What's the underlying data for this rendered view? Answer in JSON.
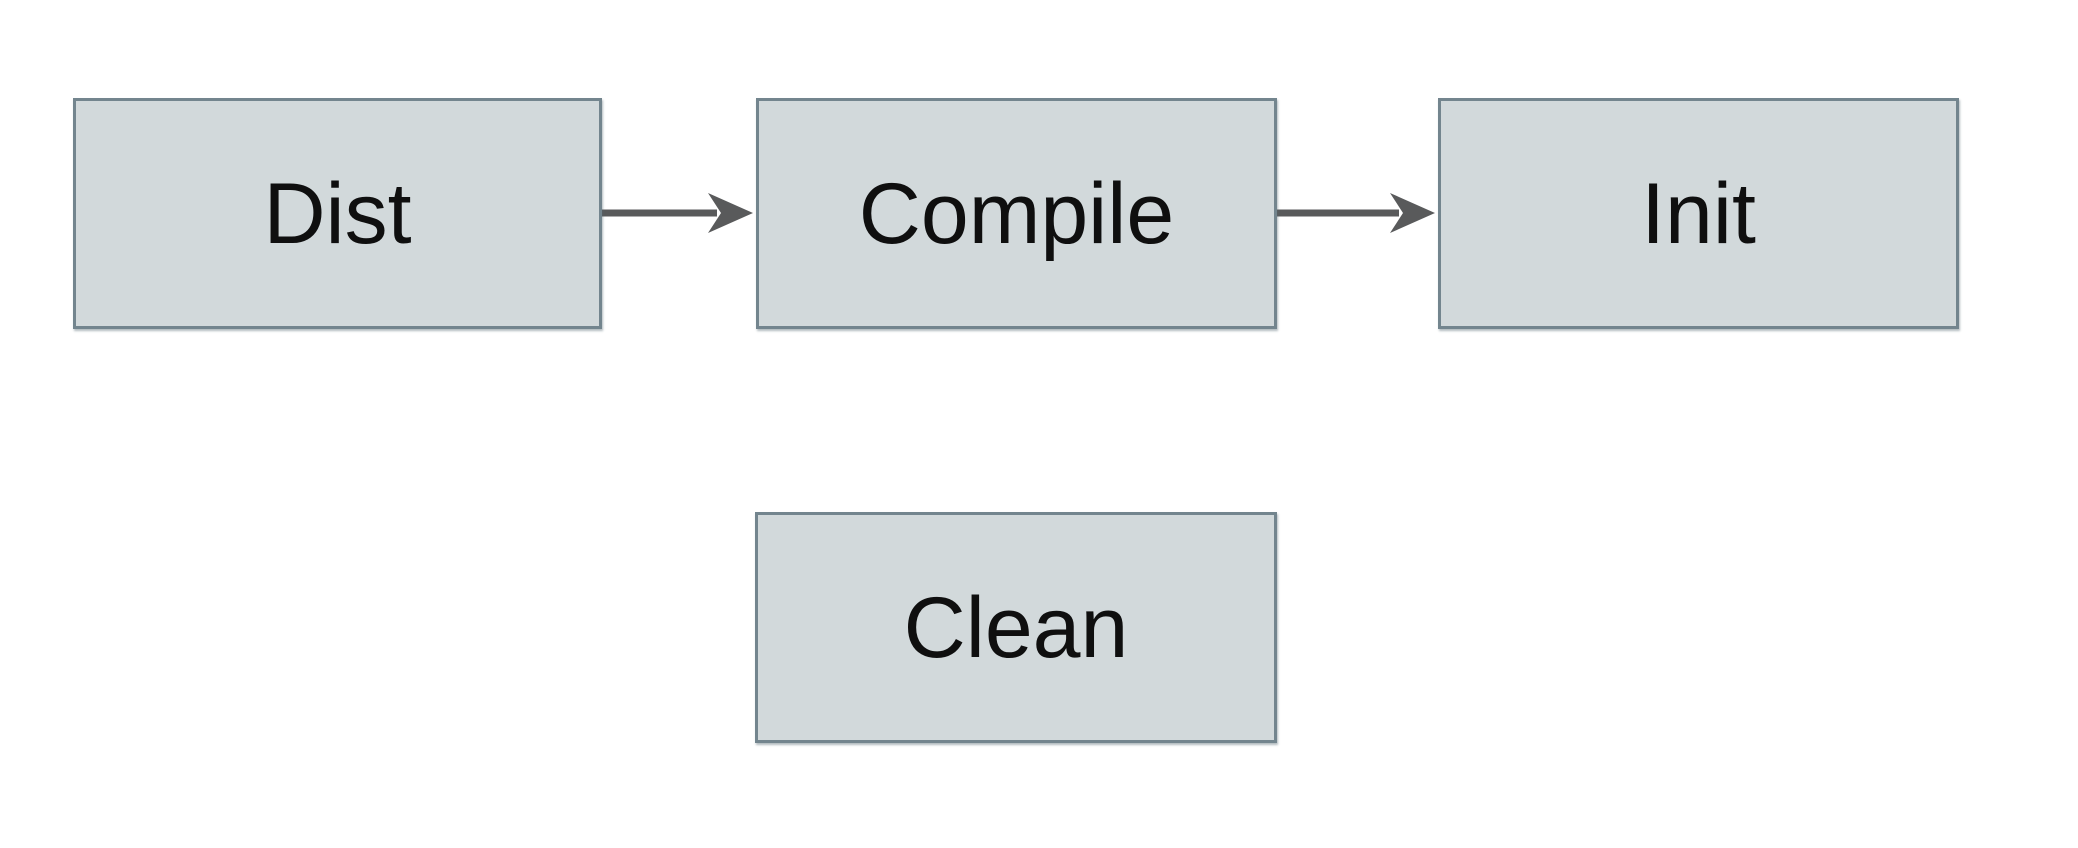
{
  "theme": {
    "background": "#ffffff",
    "node-fill": "#d2d9db",
    "node-border": "#73858e",
    "arrow-color": "#595a5b",
    "text-color": "#0f0f0f"
  },
  "diagram": {
    "type": "flowchart",
    "nodes": [
      {
        "id": "dist",
        "label": "Dist"
      },
      {
        "id": "compile",
        "label": "Compile"
      },
      {
        "id": "init",
        "label": "Init"
      },
      {
        "id": "clean",
        "label": "Clean"
      }
    ],
    "edges": [
      {
        "from": "dist",
        "to": "compile",
        "style": "solid-arrow"
      },
      {
        "from": "compile",
        "to": "init",
        "style": "solid-arrow"
      }
    ]
  }
}
